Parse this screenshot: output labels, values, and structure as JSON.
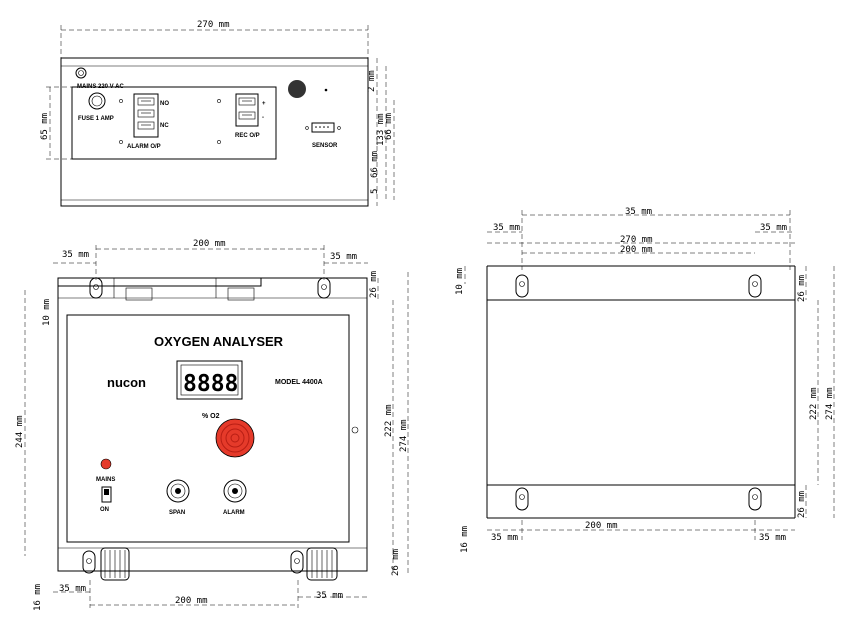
{
  "dims": {
    "d270": "270 mm",
    "d2": "2 mm",
    "d65": "65 mm",
    "d133": "133 mm",
    "d66": "66 mm",
    "d5": "5",
    "d35": "35 mm",
    "d200": "200 mm",
    "d26": "26 mm",
    "d10": "10 mm",
    "d244": "244 mm",
    "d222": "222 mm",
    "d274": "274 mm",
    "d16": "16 mm"
  },
  "rear_panel": {
    "mains": "MAINS 220 V AC",
    "fuse": "FUSE 1 AMP",
    "alarm_op": "ALARM O/P",
    "no": "NO",
    "nc": "NC",
    "rec_op": "REC O/P",
    "plus": "+",
    "minus": "-",
    "sensor": "SENSOR"
  },
  "front_panel": {
    "title": "OXYGEN ANALYSER",
    "brand": "nucon",
    "model": "MODEL 4400A",
    "display": "8888",
    "unit": "% O2",
    "mains": "MAINS",
    "on": "ON",
    "span": "SPAN",
    "alarm": "ALARM"
  }
}
